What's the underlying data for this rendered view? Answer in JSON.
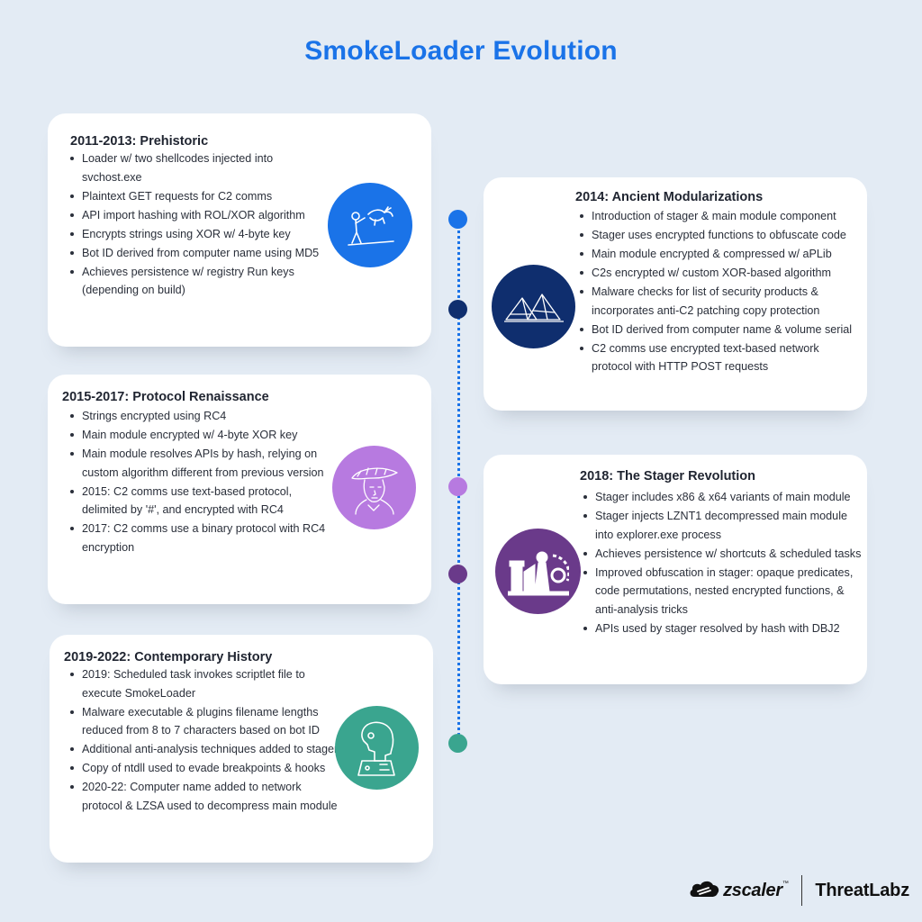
{
  "title": "SmokeLoader Evolution",
  "eras": [
    {
      "heading": "2011-2013: Prehistoric",
      "icon": "caveman-painting-icon",
      "color": "#1a73e8",
      "items": [
        "Loader w/ two shellcodes injected into svchost.exe",
        "Plaintext GET requests for C2 comms",
        "API import hashing with ROL/XOR algorithm",
        "Encrypts strings using XOR w/ 4-byte key",
        "Bot ID derived from computer name using MD5",
        "Achieves persistence w/ registry Run keys (depending on build)"
      ]
    },
    {
      "heading": "2014: Ancient Modularizations",
      "icon": "pyramids-icon",
      "color": "#0f2e6e",
      "items": [
        "Introduction of stager & main module component",
        "Stager uses encrypted functions to obfuscate code",
        "Main module encrypted & compressed w/ aPLib",
        "C2s encrypted w/ custom XOR-based algorithm",
        "Malware checks for list of security products & incorporates anti-C2 patching copy protection",
        "Bot ID derived from computer name & volume serial",
        "C2 comms use encrypted text-based network protocol with HTTP POST requests"
      ]
    },
    {
      "heading": "2015-2017: Protocol Renaissance",
      "icon": "renaissance-portrait-icon",
      "color": "#b77ae0",
      "items": [
        "Strings encrypted using RC4",
        "Main module encrypted w/ 4-byte XOR key",
        "Main module resolves APIs by hash, relying on custom algorithm different from previous version",
        "2015: C2 comms use text-based protocol, delimited by '#', and encrypted with RC4",
        " 2017: C2 comms use a binary protocol with RC4 encryption"
      ]
    },
    {
      "heading": "2018: The Stager Revolution",
      "icon": "industrial-gears-icon",
      "color": "#6a3a8a",
      "items": [
        "Stager includes x86 & x64 variants of main module",
        "Stager injects LZNT1 decompressed main module into explorer.exe process",
        "Achieves persistence w/ shortcuts & scheduled tasks",
        "Improved obfuscation in stager: opaque predicates, code permutations, nested encrypted functions, & anti-analysis tricks",
        "APIs used by stager resolved by hash with DBJ2"
      ]
    },
    {
      "heading": "2019-2022: Contemporary History",
      "icon": "robot-head-icon",
      "color": "#3aa58f",
      "items": [
        "2019: Scheduled task invokes scriptlet file to execute SmokeLoader",
        "Malware executable & plugins filename lengths reduced from 8 to 7 characters based on bot ID",
        "Additional anti-analysis techniques added to stager",
        "Copy of ntdll used to evade breakpoints & hooks",
        "2020-22: Computer name added to network protocol & LZSA used to decompress main module"
      ]
    }
  ],
  "timeline_dots": [
    "#1a73e8",
    "#0f2e6e",
    "#b77ae0",
    "#6a3a8a",
    "#3aa58f"
  ],
  "footer": {
    "brand": "zscaler",
    "brand_mark": "™",
    "lab": "ThreatLabz"
  }
}
